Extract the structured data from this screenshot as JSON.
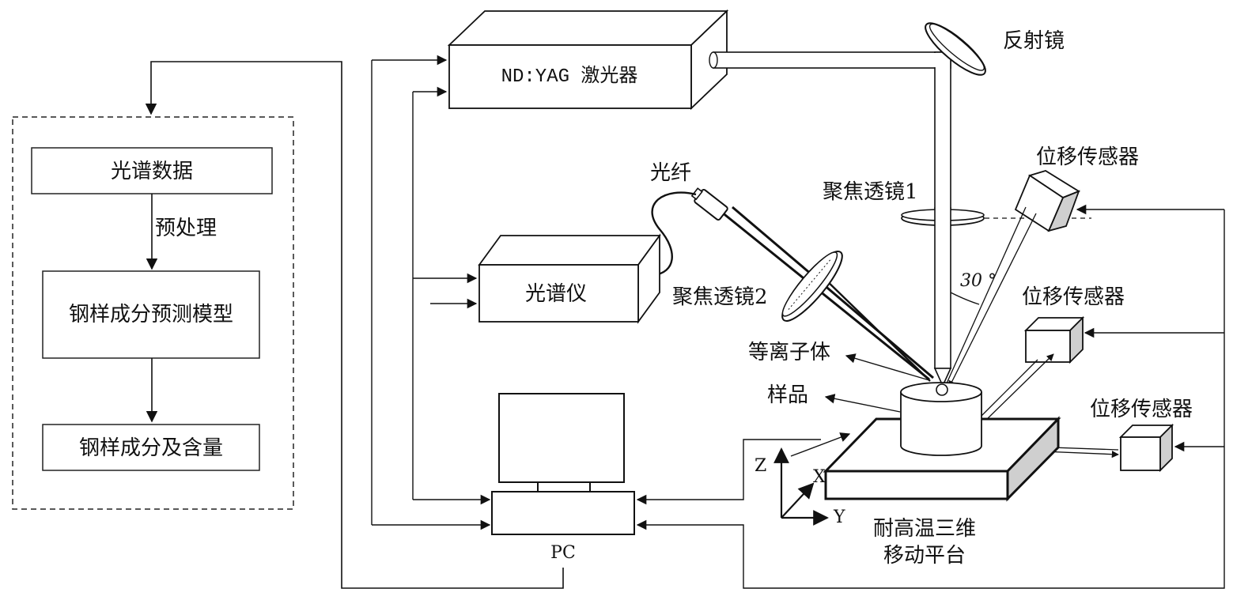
{
  "flow": {
    "spectral_data": "光谱数据",
    "preprocess": "预处理",
    "model": "钢样成分预测模型",
    "result": "钢样成分及含量"
  },
  "apparatus": {
    "laser": "ND:YAG 激光器",
    "mirror": "反射镜",
    "focus_lens_1": "聚焦透镜1",
    "focus_lens_2": "聚焦透镜2",
    "fiber": "光纤",
    "spectrometer": "光谱仪",
    "plasma": "等离子体",
    "sample": "样品",
    "displacement_sensor_1": "位移传感器",
    "displacement_sensor_2": "位移传感器",
    "displacement_sensor_3": "位移传感器",
    "angle": "30 °",
    "stage_line1": "耐高温三维",
    "stage_line2": "移动平台",
    "axis_x": "X",
    "axis_y": "Y",
    "axis_z": "Z",
    "pc": "PC"
  }
}
